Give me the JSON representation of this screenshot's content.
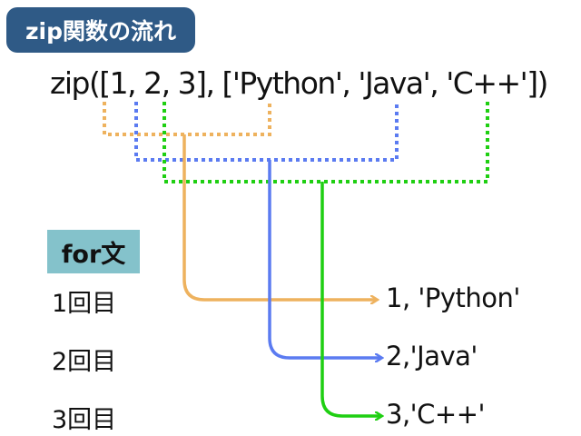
{
  "title": "zip関数の流れ",
  "code_line": "zip([1, 2, 3], ['Python', 'Java', 'C++'])",
  "loop_label": "for文",
  "iterations": [
    {
      "label": "1回目",
      "result": "1, 'Python'"
    },
    {
      "label": "2回目",
      "result": "2,'Java'"
    },
    {
      "label": "3回目",
      "result": "3,'C++'"
    }
  ],
  "colors": {
    "title_bg": "#2f5a86",
    "for_bg": "#84c2cb",
    "numbers_flow": "#eeb25e",
    "first_tuple_flow": "#5b7bf1",
    "second_tuple_flow": "#1fcf12"
  }
}
